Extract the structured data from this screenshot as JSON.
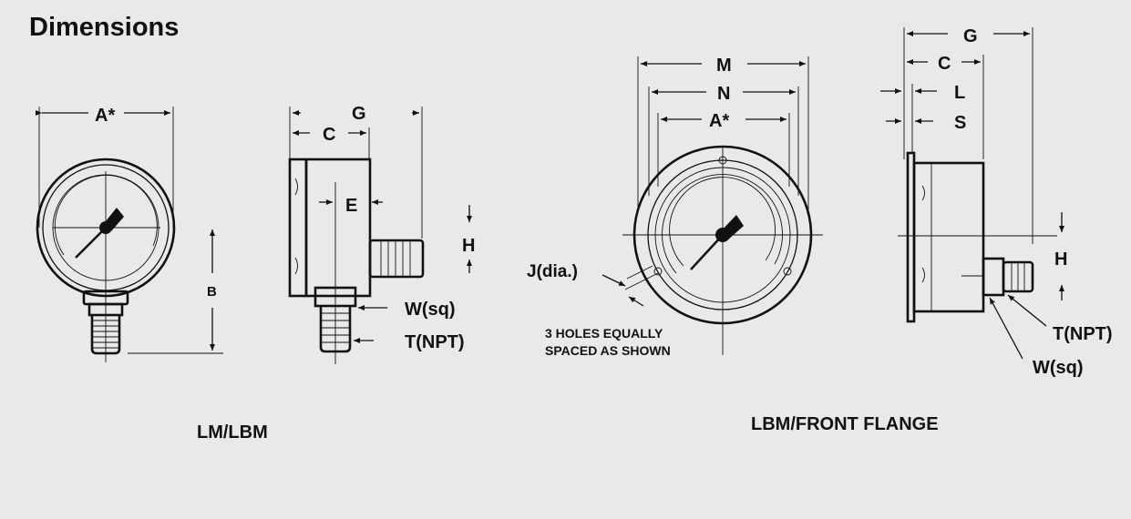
{
  "heading": "Dimensions",
  "views": {
    "lm_lbm": {
      "caption": "LM/LBM",
      "front": {
        "A": "A*",
        "B": "B"
      },
      "side": {
        "G": "G",
        "C": "C",
        "E": "E",
        "H": "H",
        "W": "W(sq)",
        "T": "T(NPT)"
      }
    },
    "front_flange": {
      "caption": "LBM/FRONT FLANGE",
      "front": {
        "M": "M",
        "N": "N",
        "A": "A*",
        "J": "J(dia.)",
        "note_line1": "3 HOLES EQUALLY",
        "note_line2": "SPACED AS SHOWN"
      },
      "side": {
        "G": "G",
        "C": "C",
        "L": "L",
        "S": "S",
        "H": "H",
        "T": "T(NPT)",
        "W": "W(sq)"
      }
    }
  }
}
